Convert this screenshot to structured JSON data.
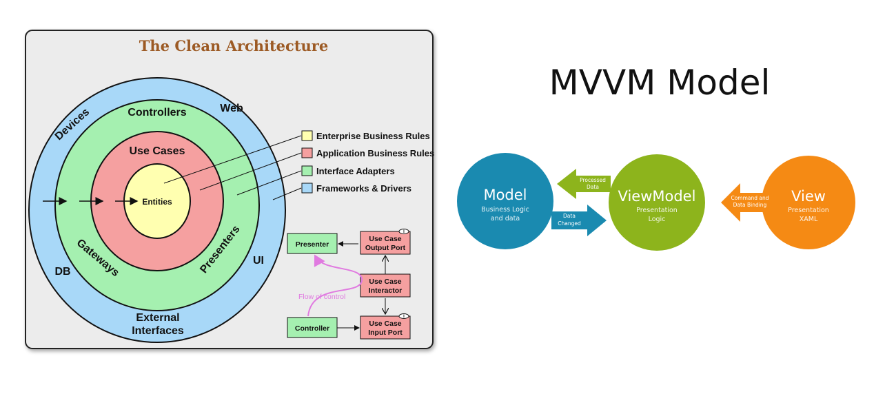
{
  "clean_architecture": {
    "title": "The Clean Architecture",
    "rings": {
      "outer": [
        "Devices",
        "Web",
        "DB",
        "UI",
        "External",
        "Interfaces"
      ],
      "adapters": [
        "Controllers",
        "Gateways",
        "Presenters"
      ],
      "usecases": "Use Cases",
      "entities": "Entities"
    },
    "legend": [
      {
        "label": "Enterprise Business Rules",
        "color": "#ffffb0"
      },
      {
        "label": "Application Business Rules",
        "color": "#f5a0a0"
      },
      {
        "label": "Interface Adapters",
        "color": "#a5f0b0"
      },
      {
        "label": "Frameworks & Drivers",
        "color": "#a8d8f8"
      }
    ],
    "flow": {
      "presenter": "Presenter",
      "output_port": [
        "Use Case",
        "Output Port"
      ],
      "interactor": [
        "Use Case",
        "Interactor"
      ],
      "controller": "Controller",
      "input_port": [
        "Use Case",
        "Input Port"
      ],
      "flow_label": "Flow of control",
      "port_marker": "I"
    }
  },
  "mvvm": {
    "title": "MVVM Model",
    "model": {
      "name": "Model",
      "sub": [
        "Business Logic",
        "and data"
      ],
      "color": "#1a8ab0"
    },
    "viewmodel": {
      "name": "ViewModel",
      "sub": [
        "Presentation",
        "Logic"
      ],
      "color": "#8db41c"
    },
    "view": {
      "name": "View",
      "sub": [
        "Presentation",
        "XAML"
      ],
      "color": "#f58a14"
    },
    "arrows": {
      "processed": [
        "Processed",
        "Data"
      ],
      "changed": [
        "Data",
        "Changed"
      ],
      "binding": [
        "Command and",
        "Data Binding"
      ]
    }
  }
}
